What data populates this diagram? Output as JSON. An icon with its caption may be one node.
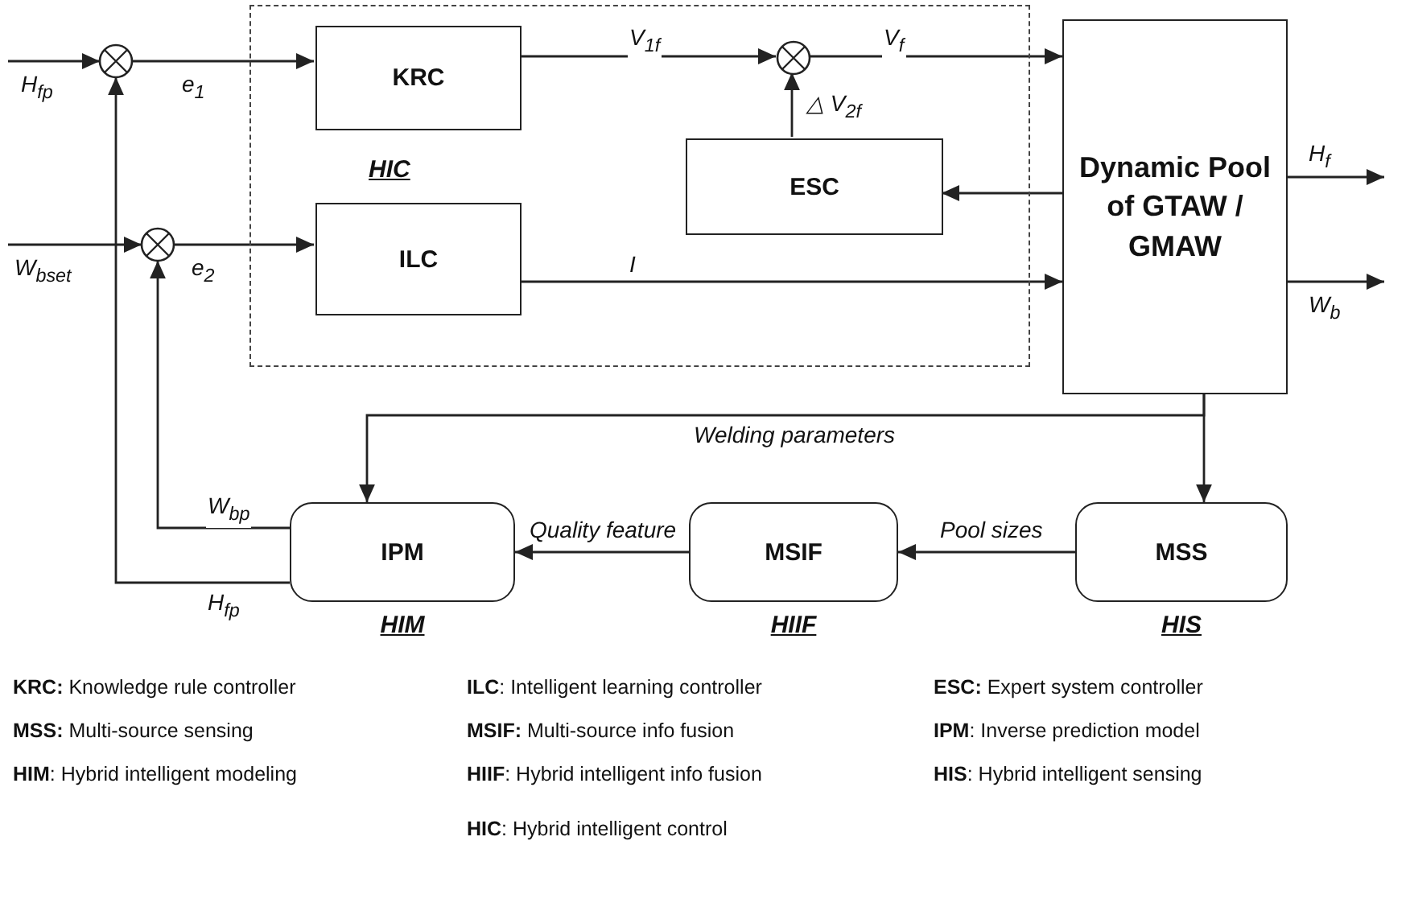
{
  "diagram": {
    "nodes": [
      {
        "text": [],
        "shape": "circle"
      },
      {
        "text": [],
        "shape": "circle"
      },
      {
        "text": [
          "HIC"
        ]
      },
      {
        "text": [
          "KRC"
        ],
        "in": 2
      },
      {
        "text": [
          "ILC"
        ],
        "in": 2
      },
      {
        "text": [],
        "shape": "circle",
        "in": 2
      },
      {
        "text": [
          "ESC"
        ],
        "in": 2
      },
      {
        "text": [
          "Dynamic Pool of GTAW / GMAW"
        ]
      },
      {
        "text": [
          "IPM",
          "HIM"
        ]
      },
      {
        "text": [
          "MSIF",
          "HIIF"
        ]
      },
      {
        "text": [
          "MSS",
          "HIS"
        ]
      }
    ],
    "edges": [
      {
        "from": null,
        "to": 0,
        "arrow": "to",
        "label": "H$_{fp}$"
      },
      {
        "from": null,
        "to": 1,
        "arrow": "to",
        "label": "W$_{bset}$"
      },
      {
        "from": 0,
        "to": 3,
        "arrow": "to",
        "label": "e$_{1}$"
      },
      {
        "from": 1,
        "to": 4,
        "arrow": "to",
        "label": "e$_{2}$"
      },
      {
        "from": 3,
        "to": 5,
        "arrow": "to",
        "label": "V$_{1f}$"
      },
      {
        "from": 6,
        "to": 5,
        "arrow": "to",
        "label": "△ V$_{2f}$"
      },
      {
        "from": 5,
        "to": 7,
        "arrow": "to",
        "label": "V$_{f}$"
      },
      {
        "from": 4,
        "to": 7,
        "arrow": "to",
        "label": "I"
      },
      {
        "from": 7,
        "to": 6,
        "arrow": "to"
      },
      {
        "from": 7,
        "to": null,
        "arrow": "to",
        "label": "H$_{f}$"
      },
      {
        "from": 7,
        "to": null,
        "arrow": "to",
        "label": "W$_{b}$"
      },
      {
        "from": 7,
        "to": 8,
        "arrow": "to",
        "label": "Welding parameters"
      },
      {
        "from": 7,
        "to": 10,
        "arrow": "to"
      },
      {
        "from": 10,
        "to": 9,
        "arrow": "to",
        "label": "Pool sizes"
      },
      {
        "from": 9,
        "to": 8,
        "arrow": "to",
        "label": "Quality feature"
      },
      {
        "from": 8,
        "to": 1,
        "arrow": "to",
        "label": "W$_{bp}$"
      },
      {
        "from": 8,
        "to": 0,
        "arrow": "to",
        "label": "H$_{fp}$"
      }
    ],
    "labels": [
      "**KRC:** Knowledge rule controller",
      "**ILC**: Intelligent learning controller",
      "**ESC:** Expert system controller",
      "**MSS:** Multi-source sensing",
      "**MSIF:** Multi-source info fusion",
      "**IPM**: Inverse prediction model",
      "**HIM**: Hybrid intelligent modeling",
      "**HIIF**: Hybrid intelligent info fusion",
      "**HIS**: Hybrid intelligent sensing",
      "**HIC**: Hybrid intelligent control"
    ]
  }
}
